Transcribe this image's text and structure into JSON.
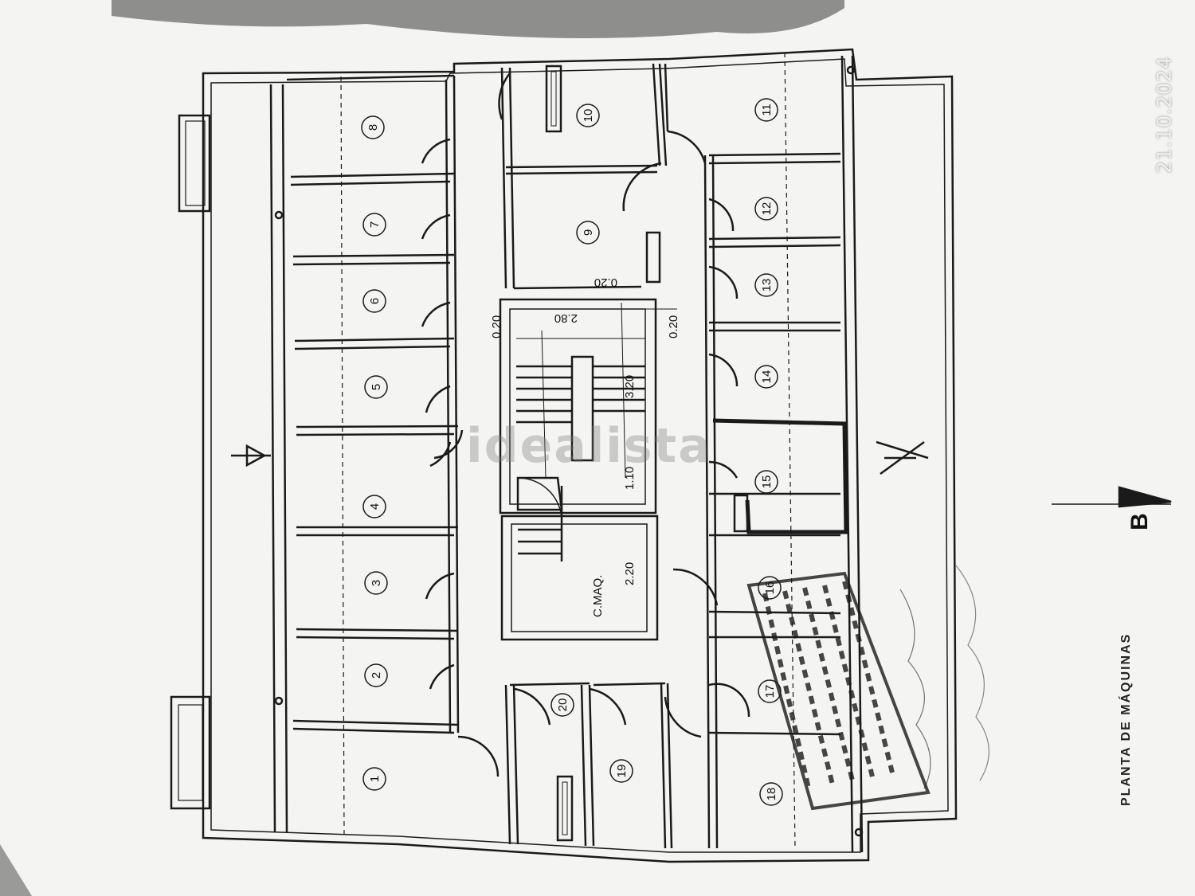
{
  "plan": {
    "units": [
      {
        "id": "1",
        "rotation": -90
      },
      {
        "id": "2",
        "rotation": -90
      },
      {
        "id": "3",
        "rotation": -90
      },
      {
        "id": "4",
        "rotation": -90
      },
      {
        "id": "5",
        "rotation": -90
      },
      {
        "id": "6",
        "rotation": -90
      },
      {
        "id": "7",
        "rotation": -90
      },
      {
        "id": "8",
        "rotation": -90
      },
      {
        "id": "9",
        "rotation": -90
      },
      {
        "id": "10",
        "rotation": -90
      },
      {
        "id": "11",
        "rotation": -90
      },
      {
        "id": "12",
        "rotation": -90
      },
      {
        "id": "13",
        "rotation": -90
      },
      {
        "id": "14",
        "rotation": -90
      },
      {
        "id": "15",
        "rotation": -90
      },
      {
        "id": "16",
        "rotation": -90
      },
      {
        "id": "17",
        "rotation": -90
      },
      {
        "id": "18",
        "rotation": -90
      },
      {
        "id": "19",
        "rotation": -90
      },
      {
        "id": "20",
        "rotation": -90
      }
    ],
    "room_machine": "C.MAQ.",
    "dimensions": {
      "d020_left": "0.20",
      "d020_right": "0.20",
      "d020_top": "0.20",
      "d280": "2.80",
      "d320": "3.20",
      "d110": "1.10",
      "d220": "2.20"
    },
    "section_marker": "B",
    "caption": "PLANTA DE MÁQUINAS"
  },
  "photo_date_stamp": "21.10.2024",
  "watermark": "idealista",
  "colors": {
    "paper": "#f4f4f2",
    "ink": "#1a1a1a",
    "background": "#c9c9c7",
    "watermark": "#7a7a7a"
  }
}
